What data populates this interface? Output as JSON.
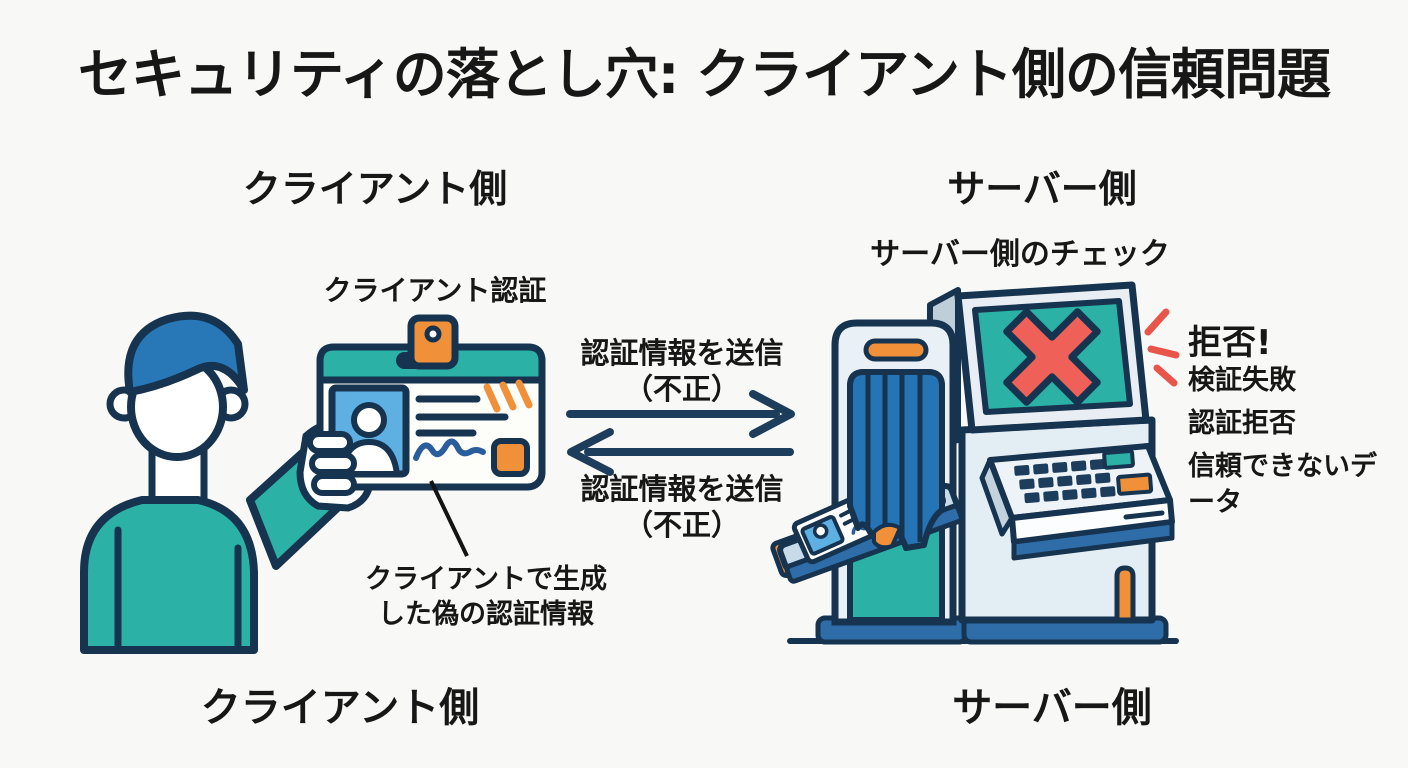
{
  "title": "セキュリティの落とし穴: クライアント側の信頼問題",
  "client": {
    "top_label": "クライアント側",
    "bottom_label": "クライアント側",
    "auth_label": "クライアント認証",
    "annotation_line1": "クライアントで生成",
    "annotation_line2": "した偽の認証情報"
  },
  "server": {
    "top_label": "サーバー側",
    "bottom_label": "サーバー側",
    "check_label": "サーバー側のチェック"
  },
  "flow": {
    "request_line1": "認証情報を送信",
    "request_line2": "（不正）",
    "request_direction": "right",
    "response_line1": "認証情報を送信",
    "response_line2": "（不正）",
    "response_direction": "left"
  },
  "rejection": {
    "headline": "拒否!",
    "items": [
      "検証失敗",
      "認証拒否",
      "信頼できないデータ"
    ]
  },
  "icons": {
    "client_illustration": "person-holding-id-card-icon",
    "id_card": "id-card-with-photo-icon",
    "server_illustration": "verification-kiosk-scanner-icon",
    "screen_status": "red-x-icon",
    "alert": "red-alert-dashes-icon"
  },
  "colors": {
    "background": "#f8f8f6",
    "outline_navy": "#16334f",
    "teal": "#2cb1a6",
    "blue": "#2e78b5",
    "light_panel": "#e8eef4",
    "orange": "#f0913a",
    "red_x": "#ef6158",
    "alert_red": "#e8554a",
    "text": "#171717"
  }
}
